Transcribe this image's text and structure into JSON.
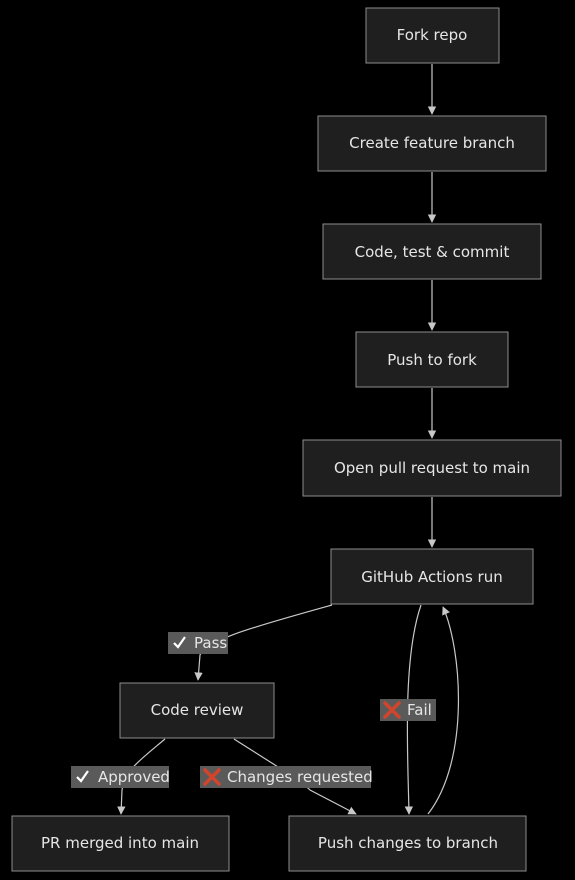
{
  "nodes": {
    "fork_repo": "Fork repo",
    "create_branch": "Create feature branch",
    "code_test_commit": "Code, test & commit",
    "push_fork": "Push to fork",
    "open_pr": "Open pull request to main",
    "actions_run": "GitHub Actions run",
    "code_review": "Code review",
    "pr_merged": "PR merged into main",
    "push_changes": "Push changes to branch"
  },
  "edge_labels": {
    "pass": "Pass",
    "fail": "Fail",
    "approved": "Approved",
    "changes_requested": "Changes requested"
  },
  "colors": {
    "check_green": "#2ea043",
    "cross_red": "#d0452c"
  }
}
